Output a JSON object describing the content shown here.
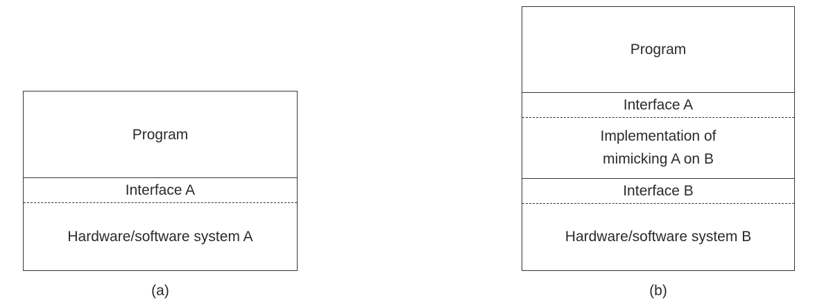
{
  "diagram_a": {
    "layers": {
      "program": "Program",
      "interface": "Interface A",
      "system": "Hardware/software system A"
    },
    "caption": "(a)"
  },
  "diagram_b": {
    "layers": {
      "program": "Program",
      "interface_a": "Interface A",
      "implementation_line1": "Implementation of",
      "implementation_line2": "mimicking A on B",
      "interface_b": "Interface B",
      "system": "Hardware/software system B"
    },
    "caption": "(b)"
  }
}
